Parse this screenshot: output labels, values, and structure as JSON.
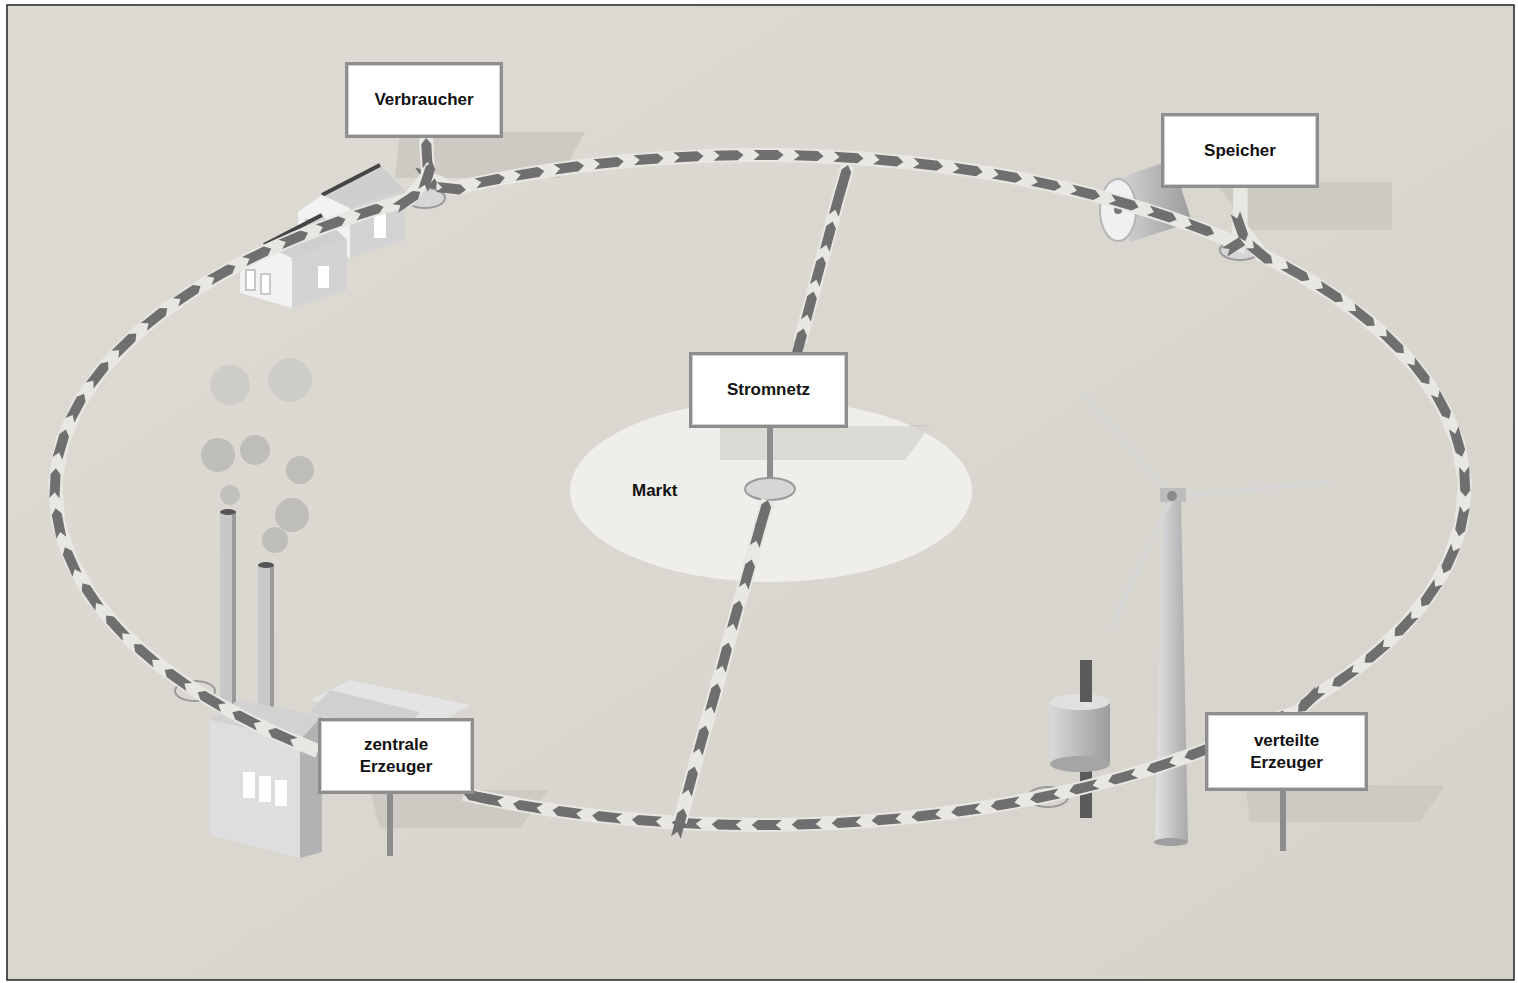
{
  "diagram": {
    "nodes": [
      {
        "text": [
          "Verbraucher"
        ]
      },
      {
        "text": [
          "Speicher"
        ]
      },
      {
        "text": [
          "Stromnetz"
        ]
      },
      {
        "text": [
          "Markt"
        ]
      },
      {
        "text": [
          "zentrale Erzeuger"
        ]
      },
      {
        "text": [
          "verteilte Erzeuger"
        ]
      }
    ],
    "edges": [
      {
        "from": 0,
        "to": 1,
        "arrow": "to"
      },
      {
        "from": 1,
        "to": 5,
        "arrow": "to"
      },
      {
        "from": 5,
        "to": 4,
        "arrow": "to"
      },
      {
        "from": 4,
        "to": 0,
        "arrow": "to"
      }
    ]
  }
}
